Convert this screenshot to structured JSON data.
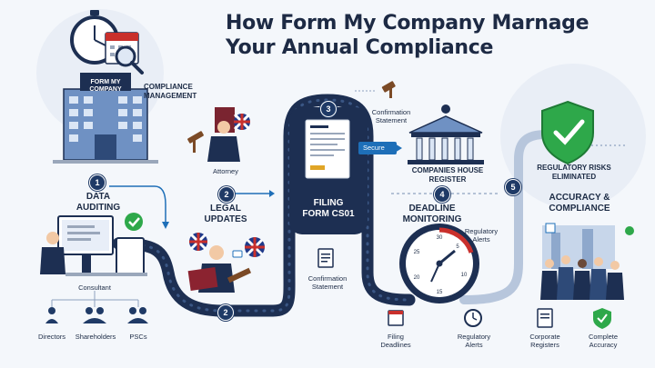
{
  "title_line1": "How Form My Company Marnage",
  "title_line2": "Your Annual Compliance",
  "building_sign_line1": "FORM MY",
  "building_sign_line2": "COMPANY",
  "compliance_management_line1": "COMPLIANCE",
  "compliance_management_line2": "MANAGEMENT",
  "steps": [
    {
      "number": "1",
      "label_line1": "DATA",
      "label_line2": "AUDITING"
    },
    {
      "number": "2",
      "label_line1": "LEGAL",
      "label_line2": "UPDATES"
    },
    {
      "number": "3",
      "label_line1": "FILING",
      "label_line2": "FORM CS01"
    },
    {
      "number": "4",
      "label_line1": "DEADLINE",
      "label_line2": "MONITORING"
    },
    {
      "number": "5",
      "label_line1": "ACCURACY &",
      "label_line2": "COMPLIANCE"
    }
  ],
  "path_badge_bottom": "2",
  "labels": {
    "attorney": "Attorney",
    "consultant": "Consultant",
    "directors": "Directors",
    "shareholders": "Shareholders",
    "pscs": "PSCs",
    "confirmation_statement_top_1": "Confirmation",
    "confirmation_statement_top_2": "Statement",
    "confirmation_statement_bottom_1": "Confirmation",
    "confirmation_statement_bottom_2": "Statement",
    "secure": "Secure",
    "companies_house_1": "COMPANIES HOUSE",
    "companies_house_2": "REGISTER",
    "regulatory_risks_1": "REGULATORY RISKS",
    "regulatory_risks_2": "ELIMINATED",
    "regulatory_alerts_clock_1": "Regulatory",
    "regulatory_alerts_clock_2": "Alerts",
    "filing_deadlines_1": "Filing",
    "filing_deadlines_2": "Deadlines",
    "regulatory_alerts_bottom_1": "Regulatory",
    "regulatory_alerts_bottom_2": "Alerts",
    "corporate_registers_1": "Corporate",
    "corporate_registers_2": "Registers",
    "complete_accuracy_1": "Complete",
    "complete_accuracy_2": "Accuracy"
  },
  "clock_numbers": [
    "5",
    "10",
    "15",
    "20",
    "25",
    "30"
  ],
  "colors": {
    "navy": "#1f3a66",
    "path": "#1d2f52",
    "green": "#2ea84a",
    "blue": "#1e6fb8",
    "red": "#c9302c",
    "gold": "#e0a526"
  },
  "icons": [
    "stopwatch-icon",
    "calendar-icon",
    "magnifier-icon",
    "office-building-icon",
    "gavel-icon",
    "uk-flag-icon",
    "shield-check-icon",
    "document-icon",
    "alarm-clock-icon",
    "person-icon",
    "courthouse-icon"
  ]
}
